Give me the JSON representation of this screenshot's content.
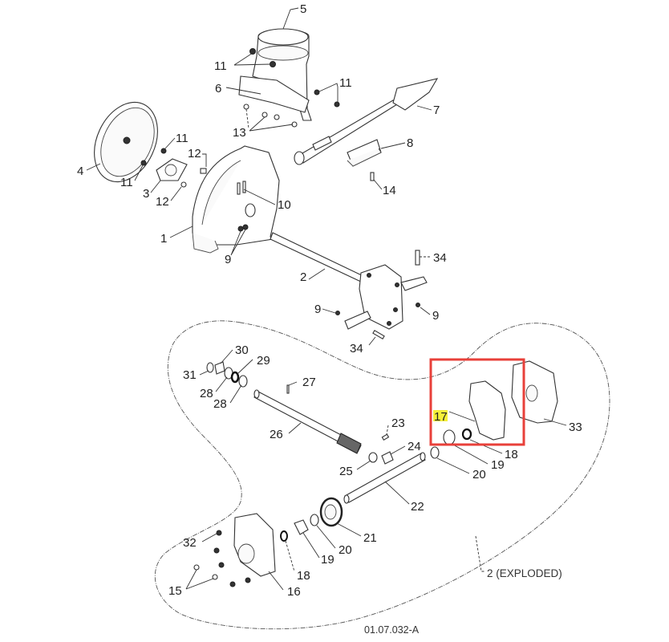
{
  "diagram": {
    "callouts": {
      "c1": "1",
      "c2": "2",
      "c3": "3",
      "c4": "4",
      "c5": "5",
      "c6": "6",
      "c7": "7",
      "c8": "8",
      "c9a": "9",
      "c9b": "9",
      "c9c": "9",
      "c10": "10",
      "c11a": "11",
      "c11b": "11",
      "c11c": "11",
      "c11d": "11",
      "c12a": "12",
      "c12b": "12",
      "c13": "13",
      "c14": "14",
      "c15": "15",
      "c16": "16",
      "c17": "17",
      "c18a": "18",
      "c18b": "18",
      "c19a": "19",
      "c19b": "19",
      "c20a": "20",
      "c20b": "20",
      "c21": "21",
      "c22": "22",
      "c23": "23",
      "c24": "24",
      "c25": "25",
      "c26": "26",
      "c27": "27",
      "c28a": "28",
      "c28b": "28",
      "c29": "29",
      "c30": "30",
      "c31": "31",
      "c32": "32",
      "c33": "33",
      "c34a": "34",
      "c34b": "34"
    },
    "exploded_label": "2 (EXPLODED)",
    "drawing_number": "01.07.032-A",
    "highlight": {
      "part": "17",
      "box_color": "#e8403a",
      "label_bg": "#f5ef3a"
    }
  }
}
